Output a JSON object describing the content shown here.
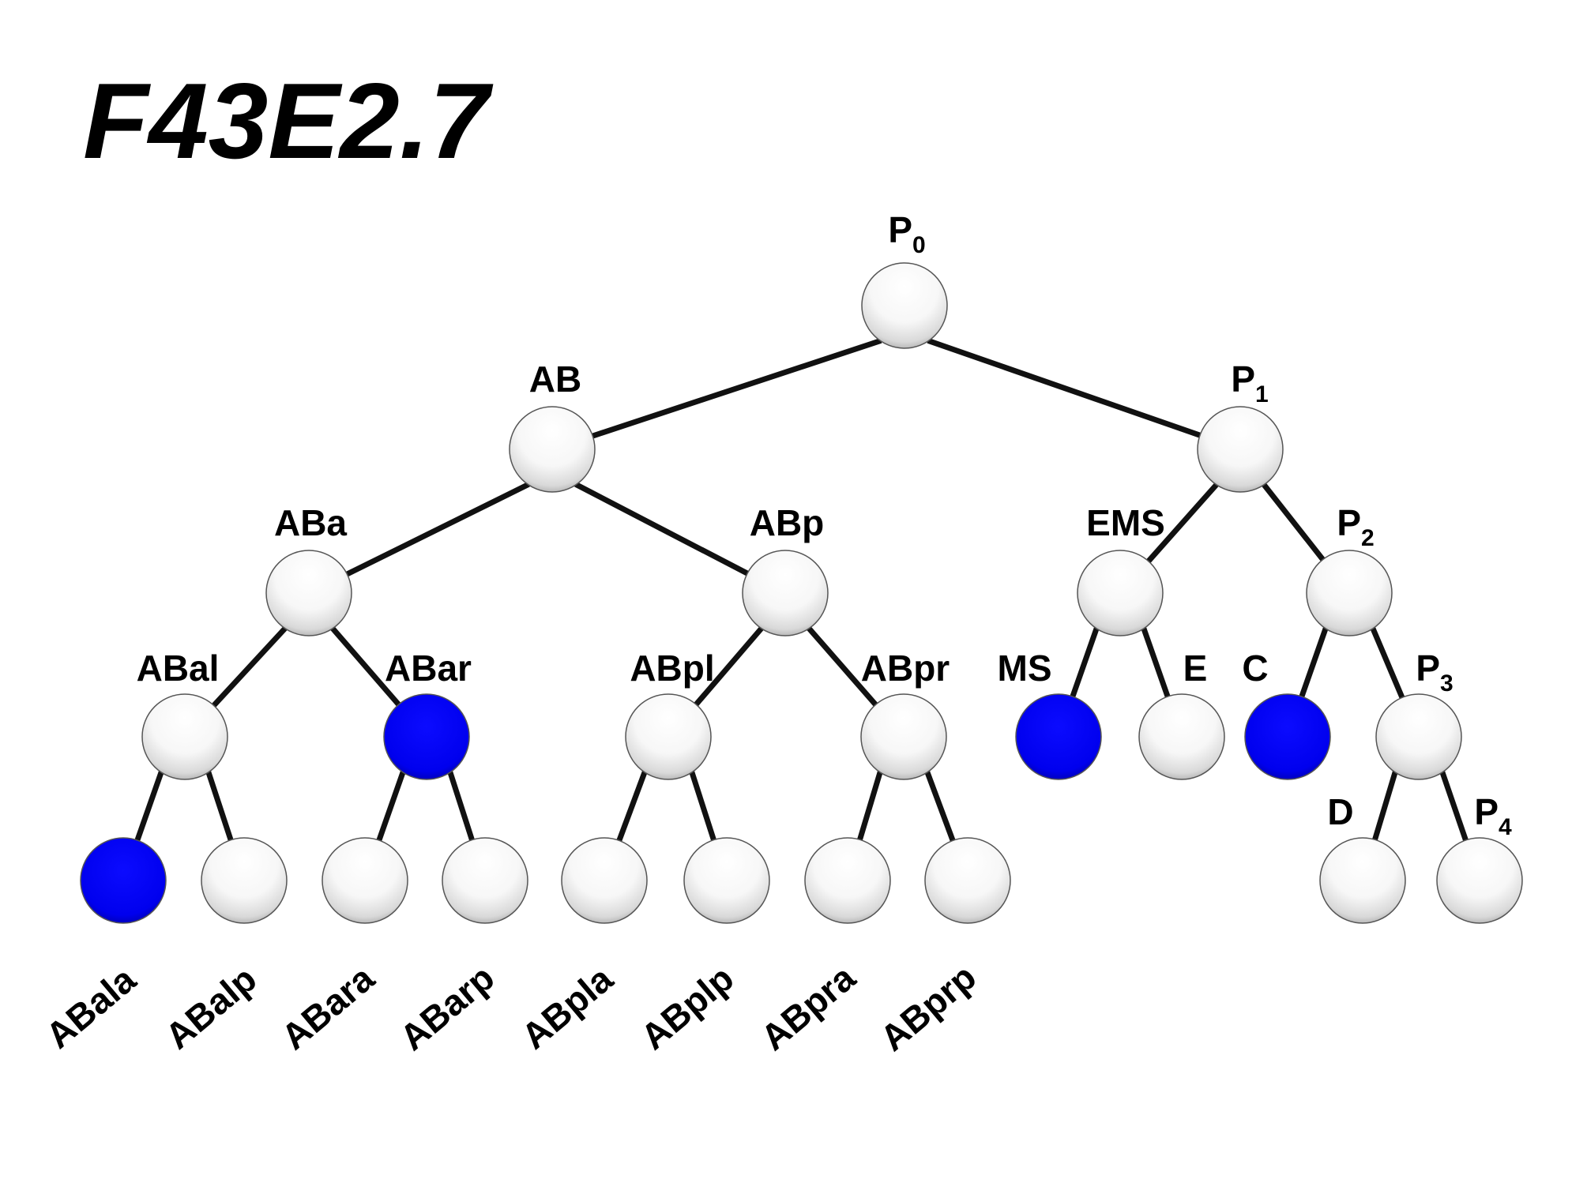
{
  "title": "F43E2.7",
  "colors": {
    "expressing": "#0000ee",
    "non_expressing": "#ffffff",
    "edge": "#111111",
    "text": "#000000"
  },
  "cells": {
    "P0": {
      "label": "P",
      "subscript": "0",
      "expressing": false
    },
    "AB": {
      "label": "AB",
      "expressing": false
    },
    "P1": {
      "label": "P",
      "subscript": "1",
      "expressing": false
    },
    "ABa": {
      "label": "ABa",
      "expressing": false
    },
    "ABp": {
      "label": "ABp",
      "expressing": false
    },
    "EMS": {
      "label": "EMS",
      "expressing": false
    },
    "P2": {
      "label": "P",
      "subscript": "2",
      "expressing": false
    },
    "ABal": {
      "label": "ABal",
      "expressing": false
    },
    "ABar": {
      "label": "ABar",
      "expressing": true
    },
    "ABpl": {
      "label": "ABpl",
      "expressing": false
    },
    "ABpr": {
      "label": "ABpr",
      "expressing": false
    },
    "MS": {
      "label": "MS",
      "expressing": true
    },
    "E": {
      "label": "E",
      "expressing": false
    },
    "C": {
      "label": "C",
      "expressing": true
    },
    "P3": {
      "label": "P",
      "subscript": "3",
      "expressing": false
    },
    "ABala": {
      "label": "ABala",
      "expressing": true
    },
    "ABalp": {
      "label": "ABalp",
      "expressing": false
    },
    "ABara": {
      "label": "ABara",
      "expressing": false
    },
    "ABarp": {
      "label": "ABarp",
      "expressing": false
    },
    "ABpla": {
      "label": "ABpla",
      "expressing": false
    },
    "ABplp": {
      "label": "ABplp",
      "expressing": false
    },
    "ABpra": {
      "label": "ABpra",
      "expressing": false
    },
    "ABprp": {
      "label": "ABprp",
      "expressing": false
    },
    "D": {
      "label": "D",
      "expressing": false
    },
    "P4": {
      "label": "P",
      "subscript": "4",
      "expressing": false
    }
  },
  "lineage": [
    [
      "P0",
      "AB"
    ],
    [
      "P0",
      "P1"
    ],
    [
      "AB",
      "ABa"
    ],
    [
      "AB",
      "ABp"
    ],
    [
      "P1",
      "EMS"
    ],
    [
      "P1",
      "P2"
    ],
    [
      "ABa",
      "ABal"
    ],
    [
      "ABa",
      "ABar"
    ],
    [
      "ABp",
      "ABpl"
    ],
    [
      "ABp",
      "ABpr"
    ],
    [
      "EMS",
      "MS"
    ],
    [
      "EMS",
      "E"
    ],
    [
      "P2",
      "C"
    ],
    [
      "P2",
      "P3"
    ],
    [
      "ABal",
      "ABala"
    ],
    [
      "ABal",
      "ABalp"
    ],
    [
      "ABar",
      "ABara"
    ],
    [
      "ABar",
      "ABarp"
    ],
    [
      "ABpl",
      "ABpla"
    ],
    [
      "ABpl",
      "ABplp"
    ],
    [
      "ABpr",
      "ABpra"
    ],
    [
      "ABpr",
      "ABprp"
    ],
    [
      "P3",
      "D"
    ],
    [
      "P3",
      "P4"
    ]
  ]
}
